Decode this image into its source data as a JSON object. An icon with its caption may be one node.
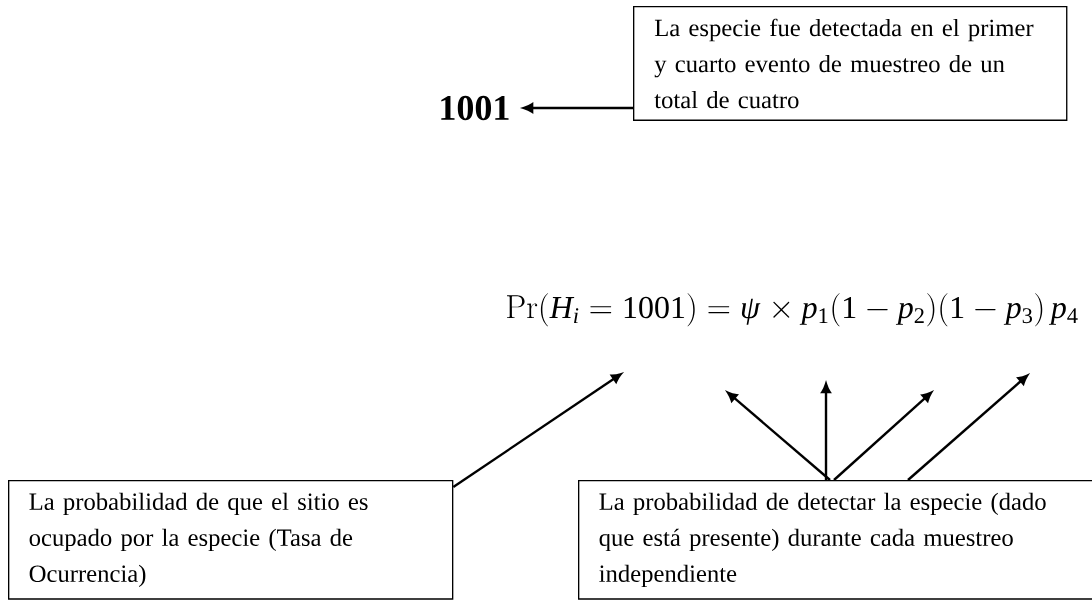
{
  "diagram": {
    "nodes": [
      {
        "text": [
          "La especie fue detectada en el primer y cuarto evento de muestreo de un total de cuatro"
        ]
      },
      {
        "text": [
          "1001"
        ]
      },
      {
        "text": [
          "La probabilidad de que el sitio es ocupado por la especie (Tasa de Ocurrencia)"
        ]
      },
      {
        "text": [
          "La probabilidad de detectar la especie (dado que está presente) durante cada muestreo independiente"
        ]
      }
    ],
    "edges": [
      {
        "from": 0,
        "to": 1,
        "arrow": "to"
      },
      {
        "from": 2,
        "to": null,
        "arrow": "to"
      },
      {
        "from": 3,
        "to": null,
        "arrow": "to"
      },
      {
        "from": 3,
        "to": null,
        "arrow": "to"
      },
      {
        "from": 3,
        "to": null,
        "arrow": "to"
      },
      {
        "from": 3,
        "to": null,
        "arrow": "to"
      }
    ],
    "labels": [
      "\\Pr(H_i = 1001) = \\psi \\times p_1(1-p_2)(1-p_3)\\,p_4"
    ]
  }
}
